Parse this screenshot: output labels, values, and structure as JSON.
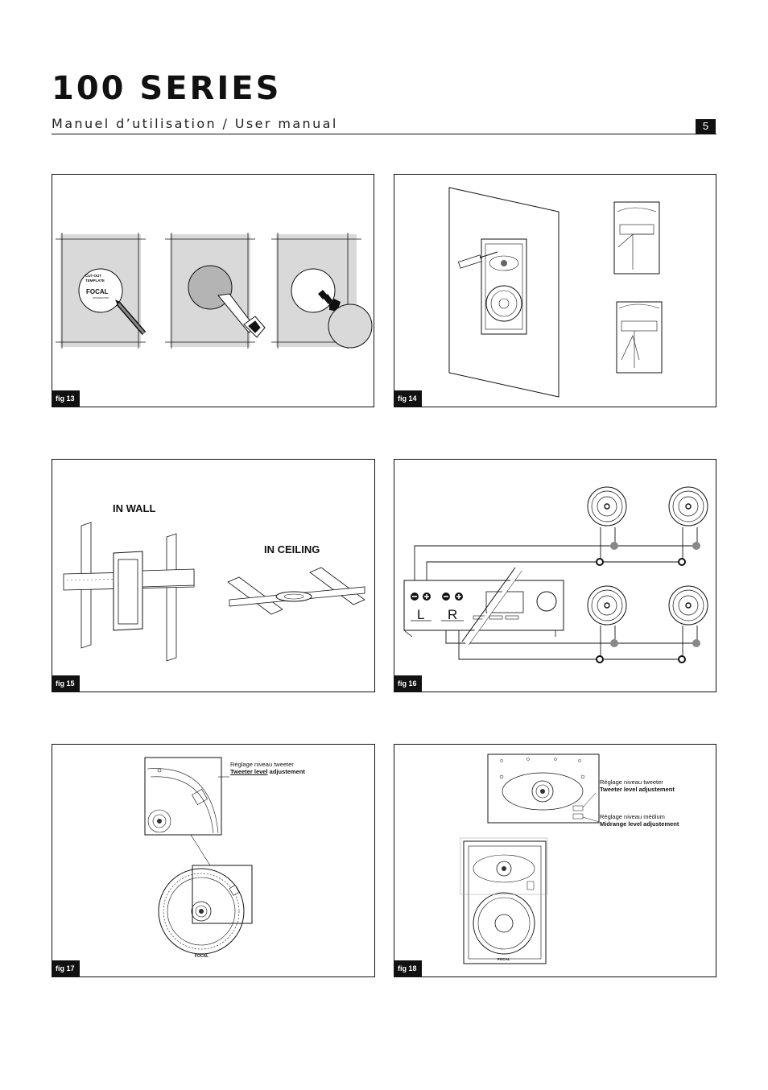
{
  "header": {
    "title": "100 SERIES",
    "subtitle": "Manuel d’utilisation / User manual",
    "page_number": "5"
  },
  "figures": {
    "fig13": {
      "label": "fig 13",
      "template_text_line1": "CUT-OUT",
      "template_text_line2": "TEMPLATE",
      "template_brand": "FOCAL",
      "template_brand_sub": "INTEGRATION"
    },
    "fig14": {
      "label": "fig 14"
    },
    "fig15": {
      "label": "fig 15",
      "in_wall": "IN WALL",
      "in_ceiling": "IN CEILING"
    },
    "fig16": {
      "label": "fig 16",
      "left_channel": "L",
      "right_channel": "R"
    },
    "fig17": {
      "label": "fig 17",
      "annot_fr": "Réglage niveau tweeter",
      "annot_en_bold": "Tweeter level",
      "annot_en_rest": " adjustement",
      "brand": "FOCAL"
    },
    "fig18": {
      "label": "fig 18",
      "tweeter_fr": "Réglage niveau tweeter",
      "tweeter_en": "Tweeter level adjustement",
      "mid_fr": "Réglage niveau médium",
      "mid_en": "Midrange level adjustement",
      "brand": "FOCAL"
    }
  },
  "colors": {
    "ink": "#111111",
    "grey_fill": "#d9d9d9",
    "dark_grey": "#b4b4b4",
    "accent_minus": "#888888"
  }
}
